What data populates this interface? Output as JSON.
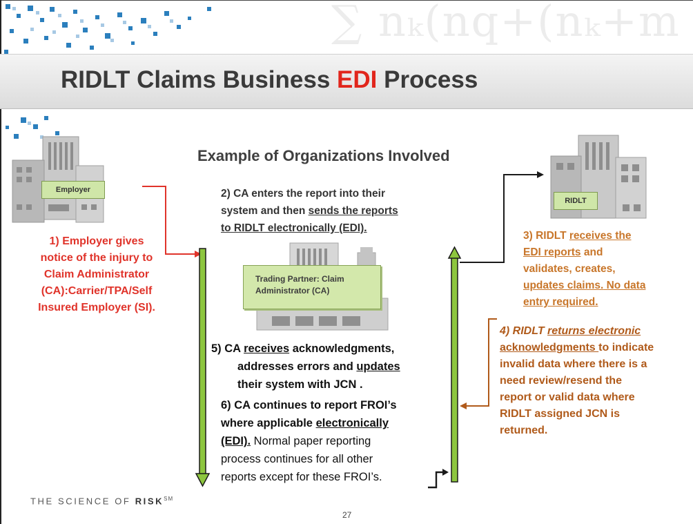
{
  "header": {
    "deco_math": "∑ nₖ(nq+(nₖ+m",
    "title_part1": "RIDLT Claims Business ",
    "title_highlight": "EDI",
    "title_part2": " Process",
    "subtitle": "Example of Organizations Involved"
  },
  "buildings": {
    "employer_label": "Employer",
    "ridlt_label": "RIDLT",
    "trading_partner_line1": "Trading Partner: Claim",
    "trading_partner_line2": "Administrator (CA)"
  },
  "steps": {
    "step1": {
      "line1": "1) Employer gives",
      "line2": "notice of the injury to",
      "line3": "Claim Administrator",
      "line4": "(CA):Carrier/TPA/Self",
      "line5": "Insured Employer (SI)."
    },
    "step2": {
      "line1": "2) CA enters the report into their",
      "line2a": "system and then ",
      "line2b": "sends the reports",
      "line3": "to  RIDLT electronically  (EDI)."
    },
    "step3": {
      "line1a": "3) RIDLT ",
      "line1b": "receives the",
      "line2a": "EDI reports",
      "line2b": " and",
      "line3": "validates, creates,",
      "line4a": "updates claims.",
      "line4b": " No data",
      "line5": "entry required."
    },
    "step4": {
      "line1a": "4) RIDLT ",
      "line1b": "returns electronic",
      "line2a": "acknowledgments ",
      "line2b": "to indicate",
      "line3": "invalid  data where there is a",
      "line4": "need  review/resend the",
      "line5": "report or valid data where",
      "line6": "RIDLT assigned JCN is",
      "line7": "returned."
    },
    "step5": {
      "line1a": "5) CA ",
      "line1b": "receives",
      "line1c": " acknowledgments,",
      "line2a": "addresses errors and ",
      "line2b": "updates",
      "line3": "their system with JCN ."
    },
    "step6": {
      "line1": "6) CA continues to report FROI’s",
      "line2a": "where applicable ",
      "line2b": "electronically",
      "line3a": "(EDI).",
      "line3b": " Normal paper reporting",
      "line4": "process continues for all other",
      "line5": "reports except for these FROI’s."
    }
  },
  "footer": {
    "brand_prefix": "THE SCIENCE OF ",
    "brand_bold": "RISK",
    "brand_mark": "SM",
    "page_number": "27"
  },
  "colors": {
    "accent_red": "#e1261c",
    "step_red": "#e0332a",
    "ridlt_orange": "#c8762a",
    "return_brown": "#b05a1a",
    "bar_green": "#8dc63f"
  }
}
